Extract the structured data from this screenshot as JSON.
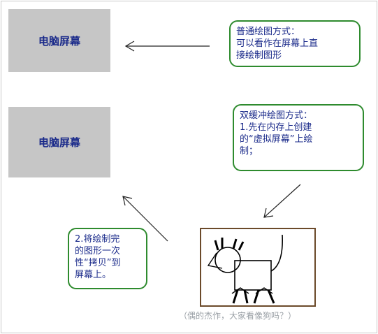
{
  "screen1_label": "电脑屏幕",
  "screen2_label": "电脑屏幕",
  "note_normal": "普通绘图方式：\n可以看作在屏幕上直\n接绘制图形",
  "note_double": "双缓冲绘图方式：\n1.先在内存上创建\n的“虚拟屏幕”上绘\n制；",
  "note_copy": "2.将绘制完\n的图形一次\n性“拷贝”到\n屏幕上。",
  "caption": "（偶的杰作，大家看像狗吗？）"
}
